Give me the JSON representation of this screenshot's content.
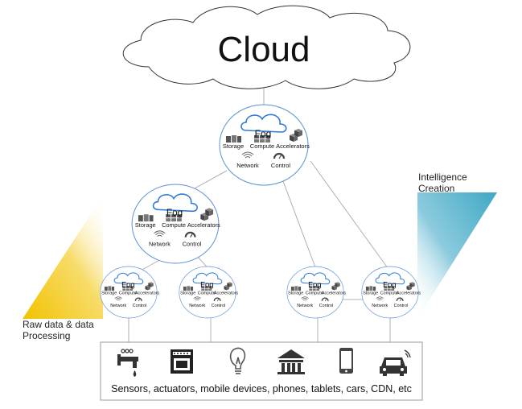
{
  "cloud": {
    "label": "Cloud"
  },
  "fog_nodes": [
    {
      "id": "top",
      "title": "Fog",
      "storage": "Storage",
      "compute": "Compute",
      "accelerators": "Accelerators",
      "network": "Network",
      "control": "Control"
    },
    {
      "id": "mid-left",
      "title": "Fog",
      "storage": "Storage",
      "compute": "Compute",
      "accelerators": "Accelerators",
      "network": "Network",
      "control": "Control"
    },
    {
      "id": "bottom-1",
      "title": "Fog",
      "storage": "Storage",
      "compute": "Compute",
      "accelerators": "Accelerators",
      "network": "Network",
      "control": "Control"
    },
    {
      "id": "bottom-2",
      "title": "Fog",
      "storage": "Storage",
      "compute": "Compute",
      "accelerators": "Accelerators",
      "network": "Network",
      "control": "Control"
    },
    {
      "id": "bottom-3",
      "title": "Fog",
      "storage": "Storage",
      "compute": "Compute",
      "accelerators": "Accelerators",
      "network": "Network",
      "control": "Control"
    },
    {
      "id": "bottom-4",
      "title": "Fog",
      "storage": "Storage",
      "compute": "Compute",
      "accelerators": "Accelerators",
      "network": "Network",
      "control": "Control"
    }
  ],
  "left_label": {
    "line1": "Raw data & data",
    "line2": "Processing"
  },
  "right_label": {
    "line1": "Intelligence",
    "line2": "Creation"
  },
  "devices": {
    "icons": [
      "faucet-sensor-icon",
      "oven-icon",
      "lightbulb-icon",
      "building-icon",
      "smartphone-icon",
      "connected-car-icon"
    ],
    "caption": "Sensors, actuators, mobile devices, phones, tablets, cars, CDN, etc"
  },
  "colors": {
    "fog_stroke": "#5b8fd6",
    "line": "#b0b0b0",
    "yellow": "#f2c200",
    "blue": "#3fa8c4"
  }
}
